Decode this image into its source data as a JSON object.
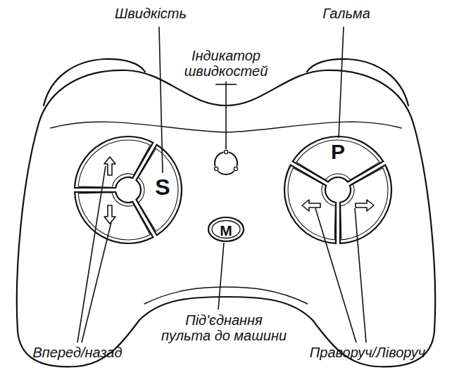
{
  "diagram": {
    "nodes": [
      {
        "text": [
          "S"
        ]
      },
      {
        "text": [
          "P"
        ]
      },
      {
        "text": [
          "M"
        ]
      }
    ],
    "labels": [
      "Швидкість",
      "Гальма",
      "Індикатор швидкостей",
      "Під'єднання пульта до машини",
      "Вперед/назад",
      "Праворуч/Ліворуч"
    ]
  }
}
